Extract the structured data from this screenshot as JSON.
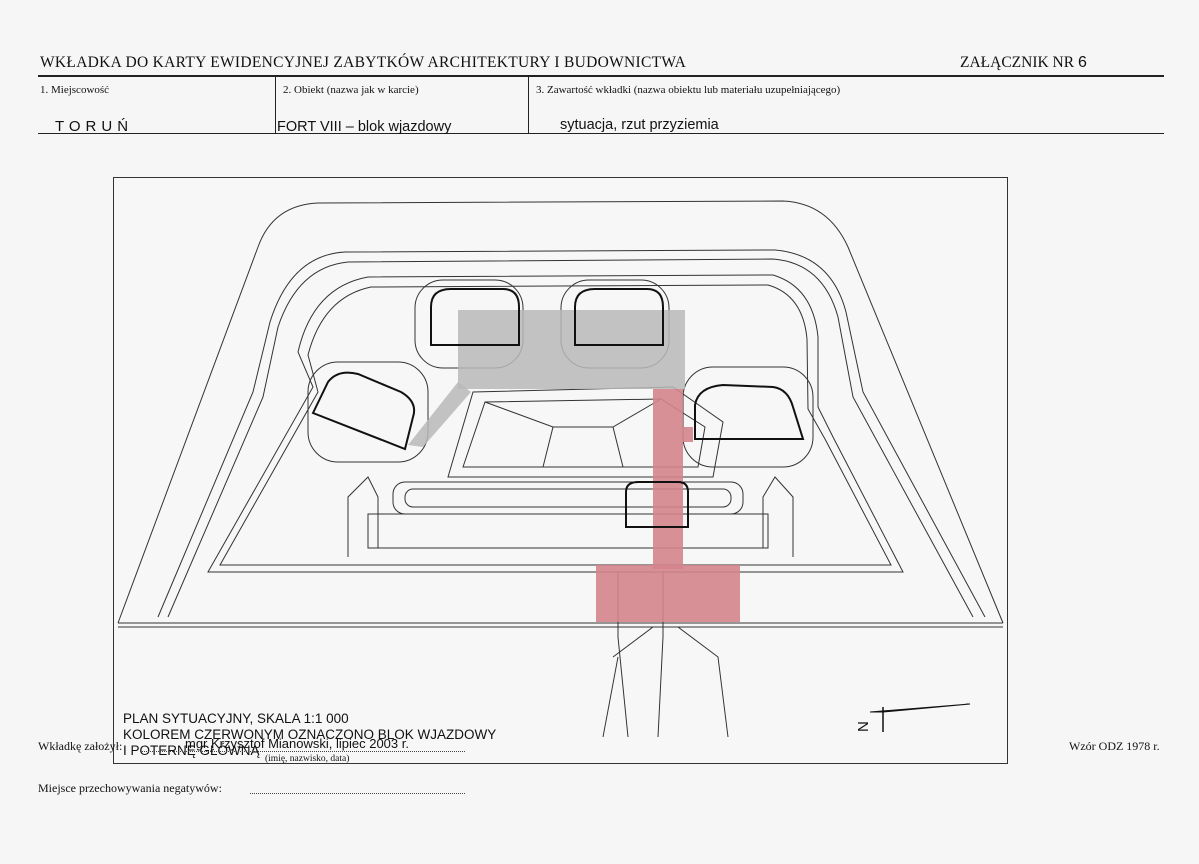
{
  "header": {
    "form_title": "WKŁADKA DO KARTY EWIDENCYJNEJ ZABYTKÓW ARCHITEKTURY I BUDOWNICTWA",
    "attachment_label": "ZAŁĄCZNIK NR",
    "attachment_number": "6"
  },
  "fields": {
    "place_label": "1. Miejscowość",
    "place_value": "TORUŃ",
    "object_label": "2. Obiekt (nazwa jak w karcie)",
    "object_value": "FORT VIII – blok wjazdowy",
    "content_label": "3. Zawartość wkładki (nazwa obiektu lub materiału uzupełniającego)",
    "content_value": "sytuacja, rzut przyziemia"
  },
  "plan": {
    "caption_line1": "PLAN SYTUACYJNY, SKALA 1:1 000",
    "caption_line2": "KOLOREM CZERWONYM OZNACZONO BLOK WJAZDOWY",
    "caption_line3": "I POTERNĘ GŁÓWNĄ",
    "north_label": "N",
    "highlight_color": "#d4848c",
    "secondary_color": "#b9b9b9"
  },
  "footer": {
    "prepared_label": "Wkładkę założył:",
    "prepared_value": "mgr Krzysztof Mianowski, lipiec 2003 r.",
    "prepared_hint": "(imię, nazwisko, data)",
    "template_label": "Wzór ODZ 1978 r.",
    "negatives_label": "Miejsce przechowywania negatywów:"
  }
}
